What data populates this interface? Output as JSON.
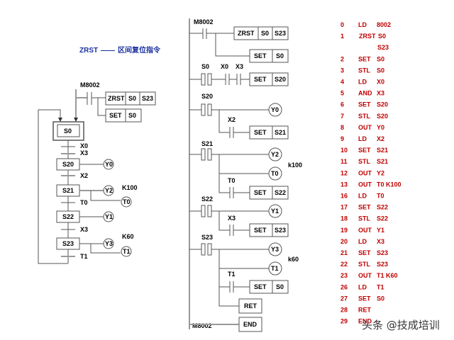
{
  "title": {
    "code": "ZRST",
    "dash": "——",
    "desc": "区间复位指令"
  },
  "sfc": {
    "init_contact": "M8002",
    "zrst": [
      "ZRST",
      "S0",
      "S23"
    ],
    "set_s0": [
      "SET",
      "S0"
    ],
    "init_step": "S0",
    "steps": [
      {
        "name": "S20",
        "outputs": [
          "Y0"
        ]
      },
      {
        "name": "S21",
        "outputs": [
          "Y2",
          "T0"
        ],
        "const": "K100"
      },
      {
        "name": "S22",
        "outputs": [
          "Y1"
        ]
      },
      {
        "name": "S23",
        "outputs": [
          "Y3",
          "T1"
        ],
        "const": "K60"
      }
    ],
    "transitions": [
      "X0",
      "X3",
      "X2",
      "T0",
      "X3",
      "T1"
    ]
  },
  "ladder": {
    "r1": {
      "contact": "M8002",
      "boxes": [
        "ZRST",
        "S0",
        "S23"
      ],
      "set": [
        "SET",
        "S0"
      ]
    },
    "r2": {
      "contacts": [
        "S0",
        "X0",
        "X3"
      ],
      "set": [
        "SET",
        "S20"
      ]
    },
    "r3": {
      "stl": "S20",
      "coil": "Y0",
      "contact": "X2",
      "set": [
        "SET",
        "S21"
      ]
    },
    "r4": {
      "stl": "S21",
      "coil": "Y2",
      "timer": "T0",
      "const": "k100",
      "contact": "T0",
      "set": [
        "SET",
        "S22"
      ]
    },
    "r5": {
      "stl": "S22",
      "coil": "Y1",
      "contact": "X3",
      "set": [
        "SET",
        "S23"
      ]
    },
    "r6": {
      "stl": "S23",
      "coil": "Y3",
      "timer": "T1",
      "const": "k60",
      "contact": "T1",
      "set": [
        "SET",
        "S0"
      ],
      "ret": "RET"
    },
    "r7": {
      "contact": "M8002",
      "end": "END"
    }
  },
  "code": [
    {
      "n": "0",
      "op": "LD",
      "arg": "8002"
    },
    {
      "n": "1",
      "op": "ZRST",
      "arg": "S0"
    },
    {
      "n": "",
      "op": "",
      "arg": "S23"
    },
    {
      "n": "2",
      "op": "SET",
      "arg": "S0"
    },
    {
      "n": "3",
      "op": "STL",
      "arg": "S0"
    },
    {
      "n": "4",
      "op": "LD",
      "arg": "X0"
    },
    {
      "n": "5",
      "op": "AND",
      "arg": "X3"
    },
    {
      "n": "6",
      "op": "SET",
      "arg": "S20"
    },
    {
      "n": "7",
      "op": "STL",
      "arg": "S20"
    },
    {
      "n": "8",
      "op": "OUT",
      "arg": "Y0"
    },
    {
      "n": "9",
      "op": "LD",
      "arg": "X2"
    },
    {
      "n": "10",
      "op": "SET",
      "arg": "S21"
    },
    {
      "n": "11",
      "op": "STL",
      "arg": "S21"
    },
    {
      "n": "12",
      "op": "OUT",
      "arg": "Y2"
    },
    {
      "n": "13",
      "op": "OUT",
      "arg": "T0 K100"
    },
    {
      "n": "16",
      "op": "LD",
      "arg": "T0"
    },
    {
      "n": "17",
      "op": "SET",
      "arg": "S22"
    },
    {
      "n": "18",
      "op": "STL",
      "arg": "S22"
    },
    {
      "n": "19",
      "op": "OUT",
      "arg": "Y1"
    },
    {
      "n": "20",
      "op": "LD",
      "arg": "X3"
    },
    {
      "n": "21",
      "op": "SET",
      "arg": "S23"
    },
    {
      "n": "22",
      "op": "STL",
      "arg": "S23"
    },
    {
      "n": "23",
      "op": "OUT",
      "arg": "T1 K60"
    },
    {
      "n": "26",
      "op": "LD",
      "arg": "T1"
    },
    {
      "n": "27",
      "op": "SET",
      "arg": "S0"
    },
    {
      "n": "28",
      "op": "RET",
      "arg": ""
    },
    {
      "n": "29",
      "op": "END",
      "arg": ""
    }
  ],
  "watermark": "头条 @技成培训"
}
